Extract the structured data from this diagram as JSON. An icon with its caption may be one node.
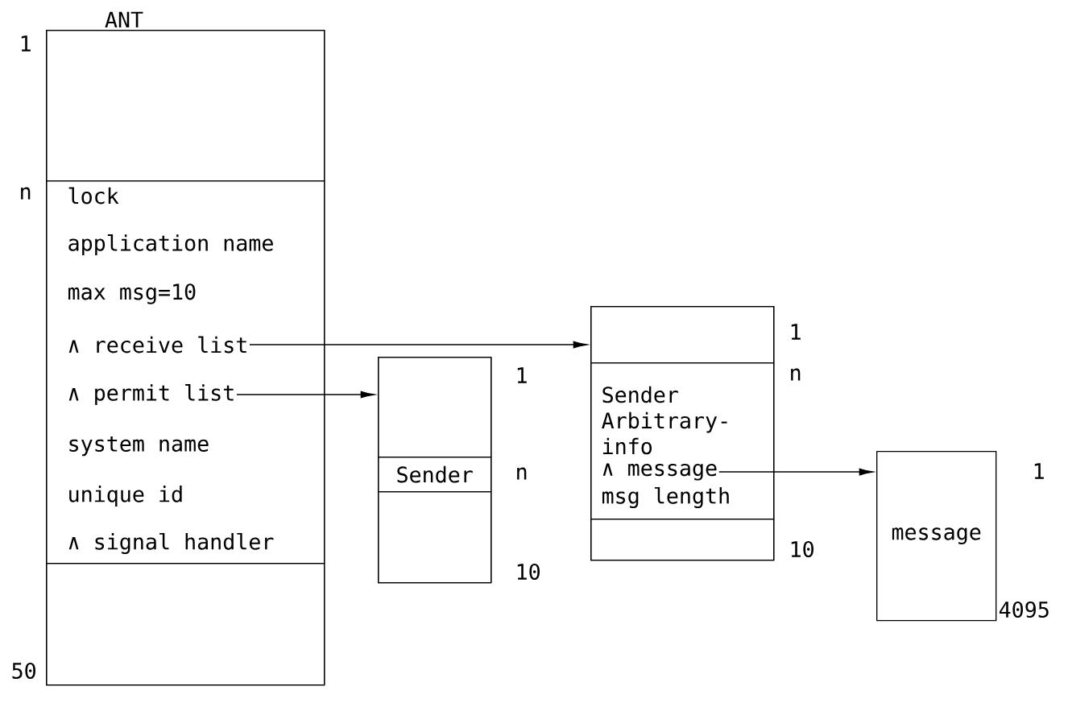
{
  "diagram": {
    "nodes": [
      {
        "text": [
          "ANT"
        ],
        "beside": [
          "1",
          "n",
          "50"
        ]
      },
      {
        "text": [],
        "shape": "box",
        "in": 0
      },
      {
        "text": [],
        "shape": "box",
        "in": 0
      },
      {
        "text": [
          "lock"
        ],
        "in": 2
      },
      {
        "text": [
          "application name"
        ],
        "in": 2
      },
      {
        "text": [
          "max msg=10"
        ],
        "in": 2
      },
      {
        "text": [
          "∧ receive list"
        ],
        "in": 2
      },
      {
        "text": [
          "∧ permit list"
        ],
        "in": 2
      },
      {
        "text": [
          "system name"
        ],
        "in": 2
      },
      {
        "text": [
          "unique id"
        ],
        "in": 2
      },
      {
        "text": [
          "∧ signal handler"
        ],
        "in": 2
      },
      {
        "text": [],
        "shape": "box",
        "in": 0
      },
      {
        "text": [],
        "shape": "box",
        "beside": [
          "1",
          "n",
          "10"
        ]
      },
      {
        "text": [],
        "shape": "box",
        "in": 12
      },
      {
        "text": [
          "Sender"
        ],
        "in": 12
      },
      {
        "text": [],
        "shape": "box",
        "in": 12
      },
      {
        "text": [],
        "shape": "box",
        "beside": [
          "1",
          "n",
          "10"
        ]
      },
      {
        "text": [],
        "shape": "box",
        "in": 16
      },
      {
        "text": [],
        "shape": "box",
        "in": 16
      },
      {
        "text": [
          "Sender"
        ],
        "in": 18
      },
      {
        "text": [
          "Arbitrary- info"
        ],
        "in": 18
      },
      {
        "text": [
          "∧ message"
        ],
        "in": 18
      },
      {
        "text": [
          "msg length"
        ],
        "in": 18
      },
      {
        "text": [],
        "shape": "box",
        "in": 16
      },
      {
        "text": [
          "message"
        ],
        "beside": [
          "1",
          "4095"
        ]
      }
    ],
    "edges": [
      {
        "from": 6,
        "to": 16,
        "arrow": "to"
      },
      {
        "from": 7,
        "to": 12,
        "arrow": "to"
      },
      {
        "from": 21,
        "to": 24,
        "arrow": "to"
      }
    ]
  }
}
